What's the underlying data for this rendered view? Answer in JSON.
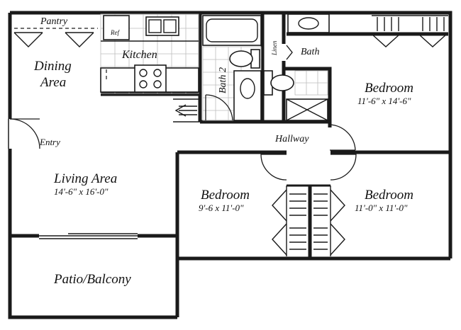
{
  "plan": {
    "rooms": {
      "pantry": "Pantry",
      "ref": "Ref",
      "kitchen": "Kitchen",
      "dining_line1": "Dining",
      "dining_line2": "Area",
      "bath2": "Bath 2",
      "linen": "Linen",
      "bath": "Bath",
      "master_bedroom": "Bedroom",
      "master_bedroom_size": "11'-6\" x 14'-6\"",
      "entry": "Entry",
      "hallway": "Hallway",
      "living_area": "Living Area",
      "living_area_size": "14'-6\" x 16'-0\"",
      "bedroom2": "Bedroom",
      "bedroom2_size": "9'-6 x 11'-0\"",
      "bedroom3": "Bedroom",
      "bedroom3_size": "11'-0\" x 11'-0\"",
      "patio": "Patio/Balcony"
    },
    "colors": {
      "wall": "#1a1a1a",
      "tile": "#bdbdbd",
      "background": "#ffffff"
    }
  }
}
